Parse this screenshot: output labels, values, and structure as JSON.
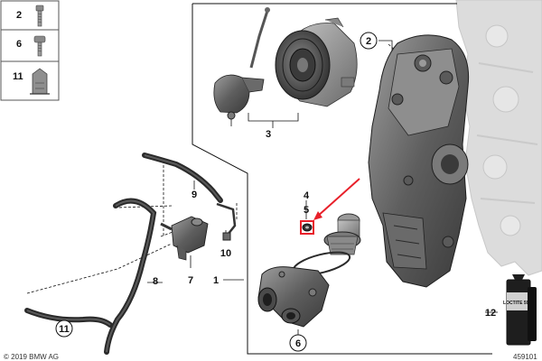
{
  "legend": [
    {
      "number": "2",
      "icon": "bolt-icon"
    },
    {
      "number": "6",
      "icon": "flange-bolt-icon"
    },
    {
      "number": "11",
      "icon": "clip-icon"
    }
  ],
  "callouts": {
    "c1": "1",
    "c2": "2",
    "c3": "3",
    "c4": "4",
    "c5": "5",
    "c6": "6",
    "c7": "7",
    "c8": "8",
    "c9": "9",
    "c10": "10",
    "c11": "11",
    "c12": "12"
  },
  "sealant_label": "LOCTITE 5970",
  "copyright": "© 2019 BMW AG",
  "diagram_id": "459101",
  "colors": {
    "highlight": "#e8202a",
    "part_dark": "#3c3c3c",
    "part_mid": "#6b6b6b",
    "part_light": "#9a9a9a",
    "engine_ghost": "#d8d8d8"
  }
}
